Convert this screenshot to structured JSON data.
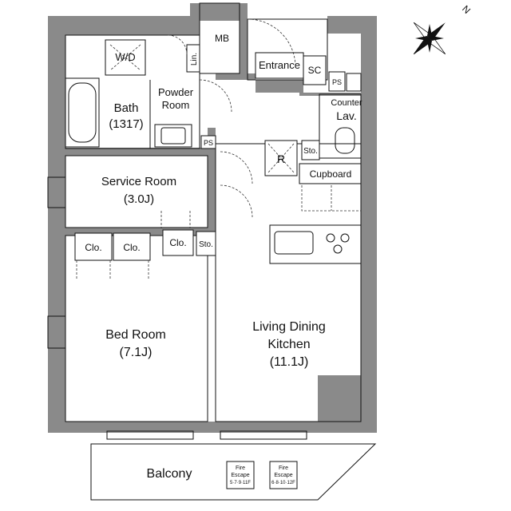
{
  "rooms": {
    "wd": "W/D",
    "mb": "MB",
    "entrance": "Entrance",
    "sc": "SC",
    "ps1": "PS",
    "ps2": "PS",
    "lin": "Lin.",
    "powder_1": "Powder",
    "powder_2": "Room",
    "bath_1": "Bath",
    "bath_2": "(1317)",
    "counter_1": "Counter",
    "counter_2": "Lav.",
    "r": "R",
    "sto1": "Sto.",
    "sto2": "Sto.",
    "cupboard": "Cupboard",
    "service_1": "Service Room",
    "service_2": "(3.0J)",
    "clo1": "Clo.",
    "clo2": "Clo.",
    "clo3": "Clo.",
    "bed_1": "Bed Room",
    "bed_2": "(7.1J)",
    "ldk_1": "Living Dining",
    "ldk_2": "Kitchen",
    "ldk_3": "(11.1J)",
    "balcony": "Balcony",
    "fire1_1": "Fire",
    "fire1_2": "Escape",
    "fire1_3": "5·7·9·11F",
    "fire2_1": "Fire",
    "fire2_2": "Escape",
    "fire2_3": "6·8·10·12F"
  },
  "compass": {
    "north": "N",
    "icon": "compass-rose-icon"
  },
  "colors": {
    "wall": "#8a8a8a",
    "line": "#111111",
    "background": "#ffffff"
  }
}
